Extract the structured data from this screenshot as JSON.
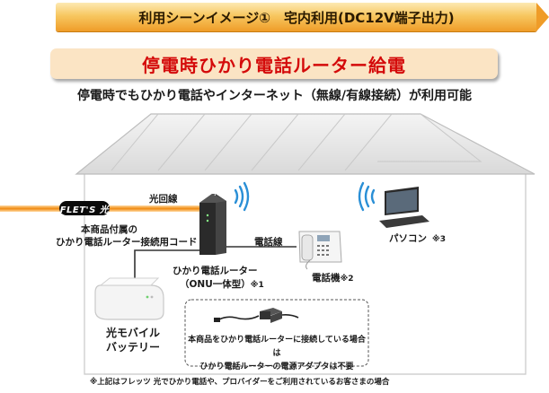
{
  "banner": {
    "text": "利用シーンイメージ①　宅内利用(DC12V端子出力)"
  },
  "title": "停電時ひかり電話ルーター給電",
  "subtitle": "停電時でもひかり電話やインターネット（無線/有線接続）が利用可能",
  "labels": {
    "flets_logo": "FLET'S 光",
    "hikari_kaisen": "光回線",
    "cord_line1": "本商品付属の",
    "cord_line2": "ひかり電話ルーター接続用コード",
    "router_line1": "ひかり電話ルーター",
    "router_line2": "（ONU一体型）",
    "router_mark": "※1",
    "denwa_sen": "電話線",
    "denwa_ki": "電話機",
    "denwa_ki_mark": "※2",
    "pasokon": "パソコン",
    "pasokon_mark": "※3",
    "battery_line1": "光モバイル",
    "battery_line2": "バッテリー",
    "adapter_note_line1": "本商品をひかり電話ルーターに接続している場合は",
    "adapter_note_line2": "ひかり電話ルーターの電源アダプタは不要"
  },
  "footnote": "※上記はフレッツ 光でひかり電話や、プロバイダーをご利用されているお客さまの場合",
  "colors": {
    "banner_orange": "#ef9c28",
    "title_red": "#d40a0a",
    "title_bg": "#fbe4c4",
    "fiber_orange": "#f08a10",
    "wifi_blue": "#2a8fd6"
  }
}
